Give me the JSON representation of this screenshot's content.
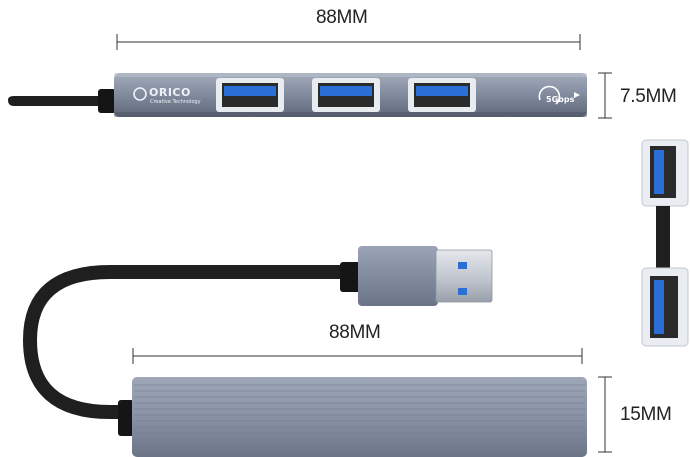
{
  "product": {
    "brand_name": "ORICO",
    "brand_tagline": "Creative Technology",
    "speed_badge": "5Gbps",
    "colors": {
      "aluminum": "#8a93a6",
      "aluminum_dark": "#5d6577",
      "port_blue": "#2b6fd6",
      "cable": "#1f1f1f",
      "plug_metal": "#c9ced6"
    }
  },
  "dimensions": {
    "top_length": "88MM",
    "top_thickness": "7.5MM",
    "bottom_length": "88MM",
    "bottom_width": "15MM"
  }
}
